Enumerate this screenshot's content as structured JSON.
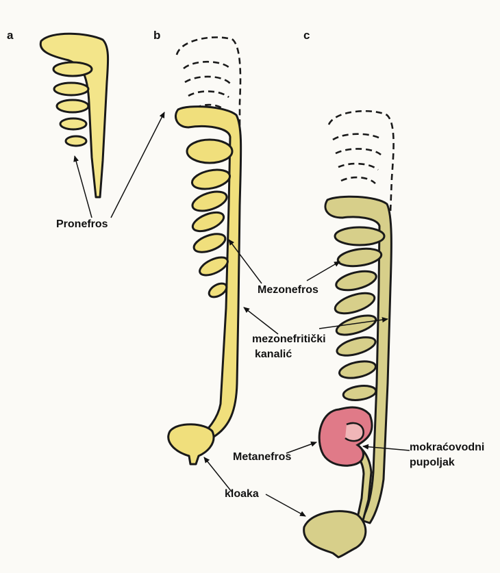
{
  "panels": {
    "a": "a",
    "b": "b",
    "c": "c"
  },
  "labels": {
    "pronefros": "Pronefros",
    "mezonefros": "Mezonefros",
    "mezonefriticki_line1": "mezonefritički",
    "mezonefriticki_line2": "kanalić",
    "metanefros": "Metanefros",
    "mokracovodni_line1": "mokraćovodni",
    "mokracovodni_line2": "pupoljak",
    "kloaka": "kloaka"
  },
  "colors": {
    "pronefros_fill": "#f3e58a",
    "mezonefros_fill": "#f0df7c",
    "olive_fill": "#d7cf8a",
    "metanefros_fill": "#e07a88",
    "outline": "#1a1a1a"
  }
}
